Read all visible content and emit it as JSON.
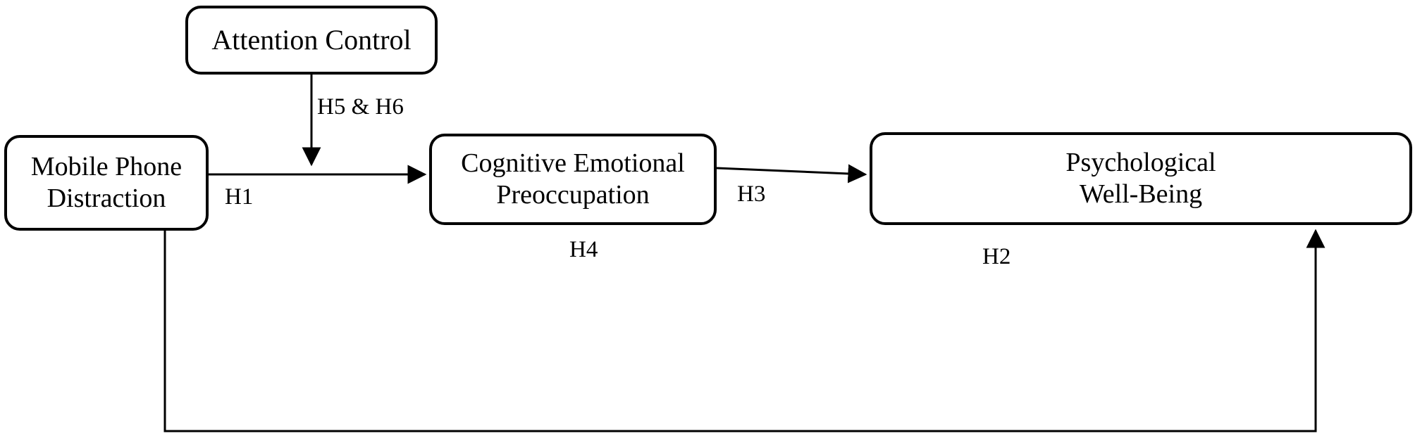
{
  "diagram": {
    "title": "Conceptual research model",
    "background_color": "#ffffff",
    "line_color": "#000000",
    "nodes": [
      {
        "id": "attention-control",
        "label": "Attention Control"
      },
      {
        "id": "mobile-phone-distraction",
        "label": "Mobile Phone\nDistraction",
        "line1": "Mobile Phone",
        "line2": "Distraction"
      },
      {
        "id": "cognitive-emotional-preoccupation",
        "label": "Cognitive Emotional\nPreoccupation",
        "line1": "Cognitive Emotional",
        "line2": "Preoccupation"
      },
      {
        "id": "psychological-wellbeing",
        "label": "Psychological\nWell-Being",
        "line1": "Psychological",
        "line2": "Well-Being"
      }
    ],
    "edges": [
      {
        "id": "h1",
        "label": "H1",
        "from": "mobile-phone-distraction",
        "to": "cognitive-emotional-preoccupation",
        "style": "arrow-right"
      },
      {
        "id": "h2",
        "label": "H2",
        "from": "mobile-phone-distraction",
        "to": "psychological-wellbeing",
        "style": "elbow-arrow-up"
      },
      {
        "id": "h3",
        "label": "H3",
        "from": "cognitive-emotional-preoccupation",
        "to": "psychological-wellbeing",
        "style": "arrow-right"
      },
      {
        "id": "h4",
        "label": "H4",
        "from": "mobile-phone-distraction",
        "to": "psychological-wellbeing",
        "style": "mediation-label"
      },
      {
        "id": "h5h6",
        "label": "H5 & H6",
        "from": "attention-control",
        "to": "h1-path",
        "style": "arrow-down-moderator"
      }
    ]
  },
  "labels": {
    "attention_control": "Attention Control",
    "mobile_phone_line1": "Mobile Phone",
    "mobile_phone_line2": "Distraction",
    "cognitive_line1": "Cognitive Emotional",
    "cognitive_line2": "Preoccupation",
    "psych_line1": "Psychological",
    "psych_line2": "Well-Being",
    "h1": "H1",
    "h2": "H2",
    "h3": "H3",
    "h4": "H4",
    "h5h6": "H5 & H6"
  }
}
